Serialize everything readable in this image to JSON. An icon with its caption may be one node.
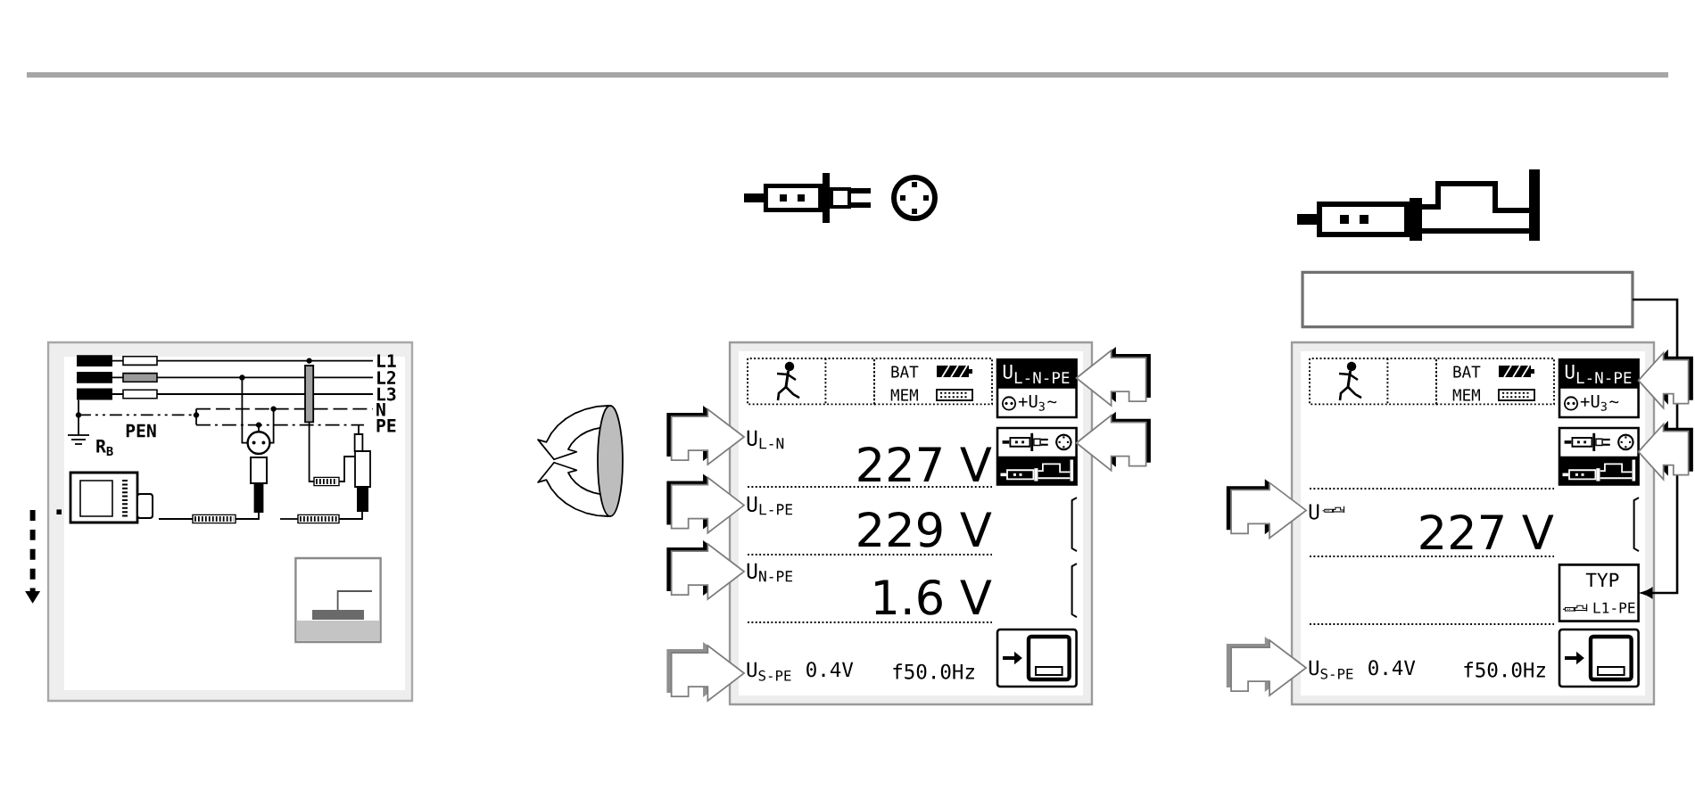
{
  "diagram": {
    "nodes": [
      {
        "text": [
          "L1",
          "L2",
          "L3",
          "N",
          "PE",
          "PEN",
          "R$_{B}$"
        ]
      },
      {
        "text": [],
        "shape": "box"
      },
      {
        "text": [
          "BAT",
          "MEM"
        ],
        "in": 1
      },
      {
        "text": [
          "U$_{L-N-PE}$",
          "+U$_{3}$~"
        ],
        "in": 1
      },
      {
        "text": [
          "U$_{L-N}$",
          "227 V"
        ],
        "in": 1
      },
      {
        "text": [],
        "shape": "box",
        "in": 1
      },
      {
        "text": [
          "U$_{L-PE}$",
          "229 V"
        ],
        "in": 1
      },
      {
        "text": [
          "U$_{N-PE}$",
          "1.6 V"
        ],
        "in": 1
      },
      {
        "text": [
          "U$_{S-PE}$ 0.4V",
          "f50.0Hz"
        ],
        "in": 1
      },
      {
        "text": [],
        "shape": "box",
        "in": 1
      },
      {
        "text": [],
        "shape": "box"
      },
      {
        "text": [],
        "shape": "box"
      },
      {
        "text": [
          "BAT",
          "MEM"
        ],
        "in": 11
      },
      {
        "text": [
          "U$_{L-N-PE}$",
          "+U$_{3}$~"
        ],
        "in": 11
      },
      {
        "text": [],
        "shape": "box",
        "in": 11
      },
      {
        "text": [
          "U",
          "227 V"
        ],
        "in": 11
      },
      {
        "text": [
          "TYP",
          "L1-PE"
        ],
        "in": 11
      },
      {
        "text": [
          "U$_{S-PE}$ 0.4V",
          "f50.0Hz"
        ],
        "in": 11
      },
      {
        "text": [],
        "shape": "box",
        "in": 11
      }
    ],
    "edges": [
      {
        "from": null,
        "to": 4,
        "arrow": "to",
        "style": "thick"
      },
      {
        "from": null,
        "to": 6,
        "arrow": "to",
        "style": "thick"
      },
      {
        "from": null,
        "to": 7,
        "arrow": "to",
        "style": "thick"
      },
      {
        "from": null,
        "to": 8,
        "arrow": "to",
        "style": "thick",
        "color": "#8f8f8f"
      },
      {
        "from": null,
        "to": 3,
        "arrow": "to",
        "style": "thick"
      },
      {
        "from": null,
        "to": 5,
        "arrow": "to",
        "style": "thick"
      },
      {
        "from": 10,
        "to": 16,
        "arrow": "to"
      },
      {
        "from": null,
        "to": 13,
        "arrow": "to",
        "style": "thick"
      },
      {
        "from": null,
        "to": 14,
        "arrow": "to",
        "style": "thick"
      },
      {
        "from": null,
        "to": 15,
        "arrow": "to",
        "style": "thick"
      },
      {
        "from": null,
        "to": 17,
        "arrow": "to",
        "style": "thick",
        "color": "#8f8f8f"
      }
    ]
  }
}
